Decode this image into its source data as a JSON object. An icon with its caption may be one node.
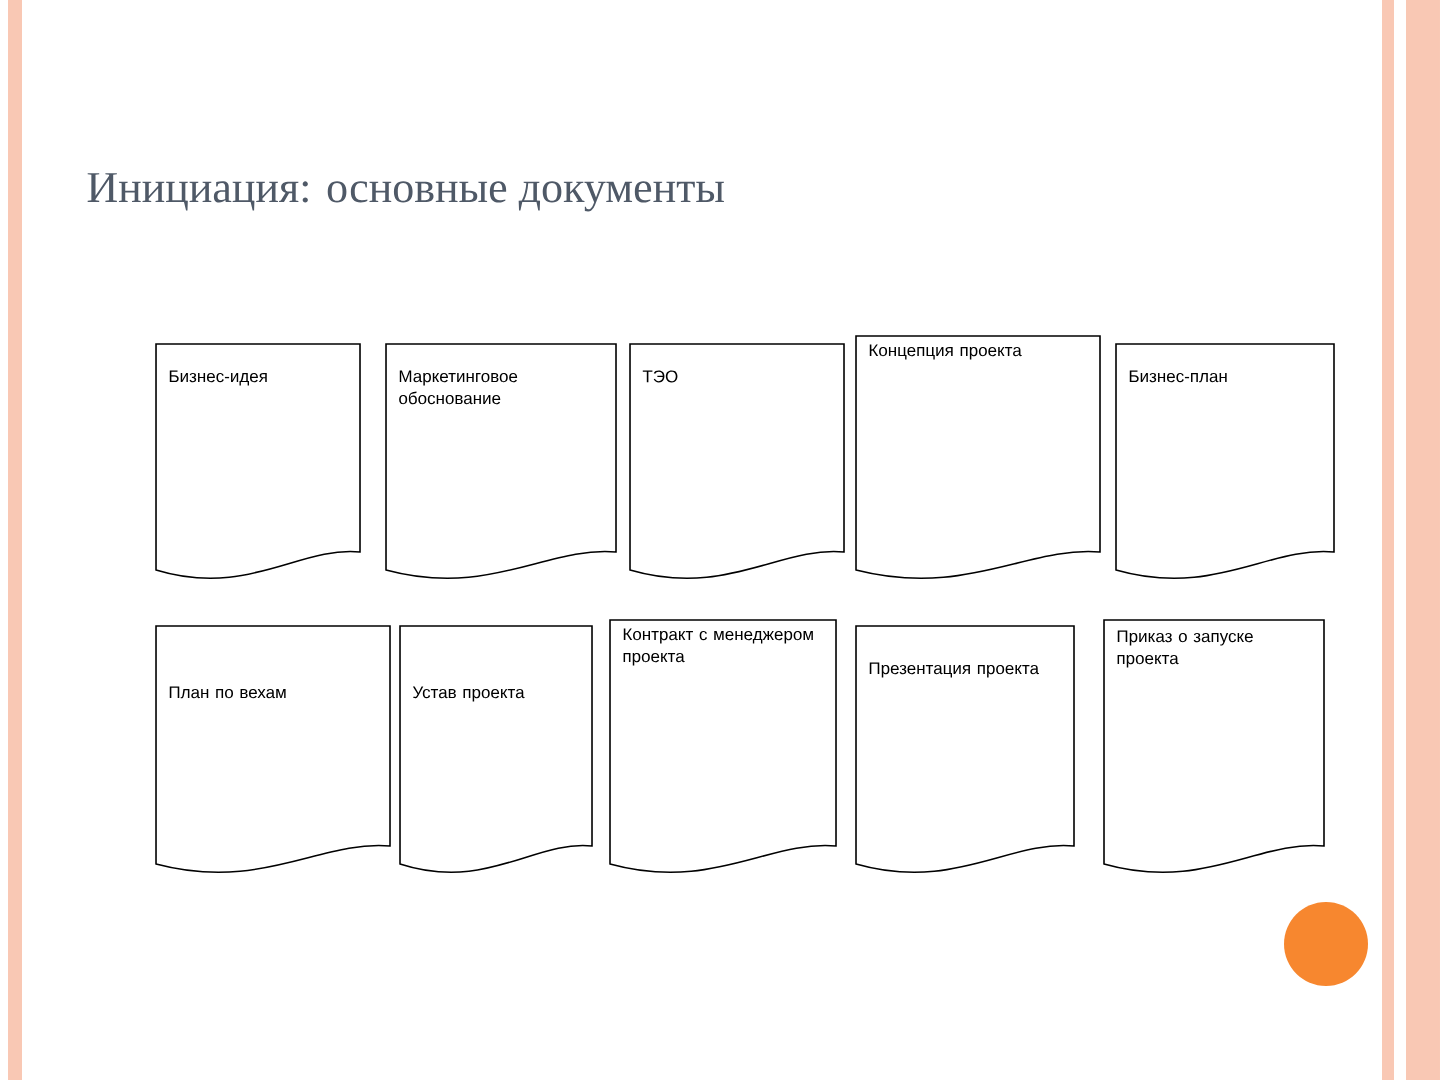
{
  "diagram": {
    "title": "Инициация: основные документы",
    "nodes": [
      {
        "text": [
          "Бизнес-идея"
        ]
      },
      {
        "text": [
          "Маркетинговое обоснование"
        ]
      },
      {
        "text": [
          "ТЭО"
        ]
      },
      {
        "text": [
          "Концепция проекта"
        ]
      },
      {
        "text": [
          "Бизнес-план"
        ]
      },
      {
        "text": [
          "План по вехам"
        ]
      },
      {
        "text": [
          "Устав проекта"
        ]
      },
      {
        "text": [
          "Контракт с менеджером проекта"
        ]
      },
      {
        "text": [
          "Презентация проекта"
        ]
      },
      {
        "text": [
          "Приказ о запуске проекта"
        ]
      }
    ]
  }
}
